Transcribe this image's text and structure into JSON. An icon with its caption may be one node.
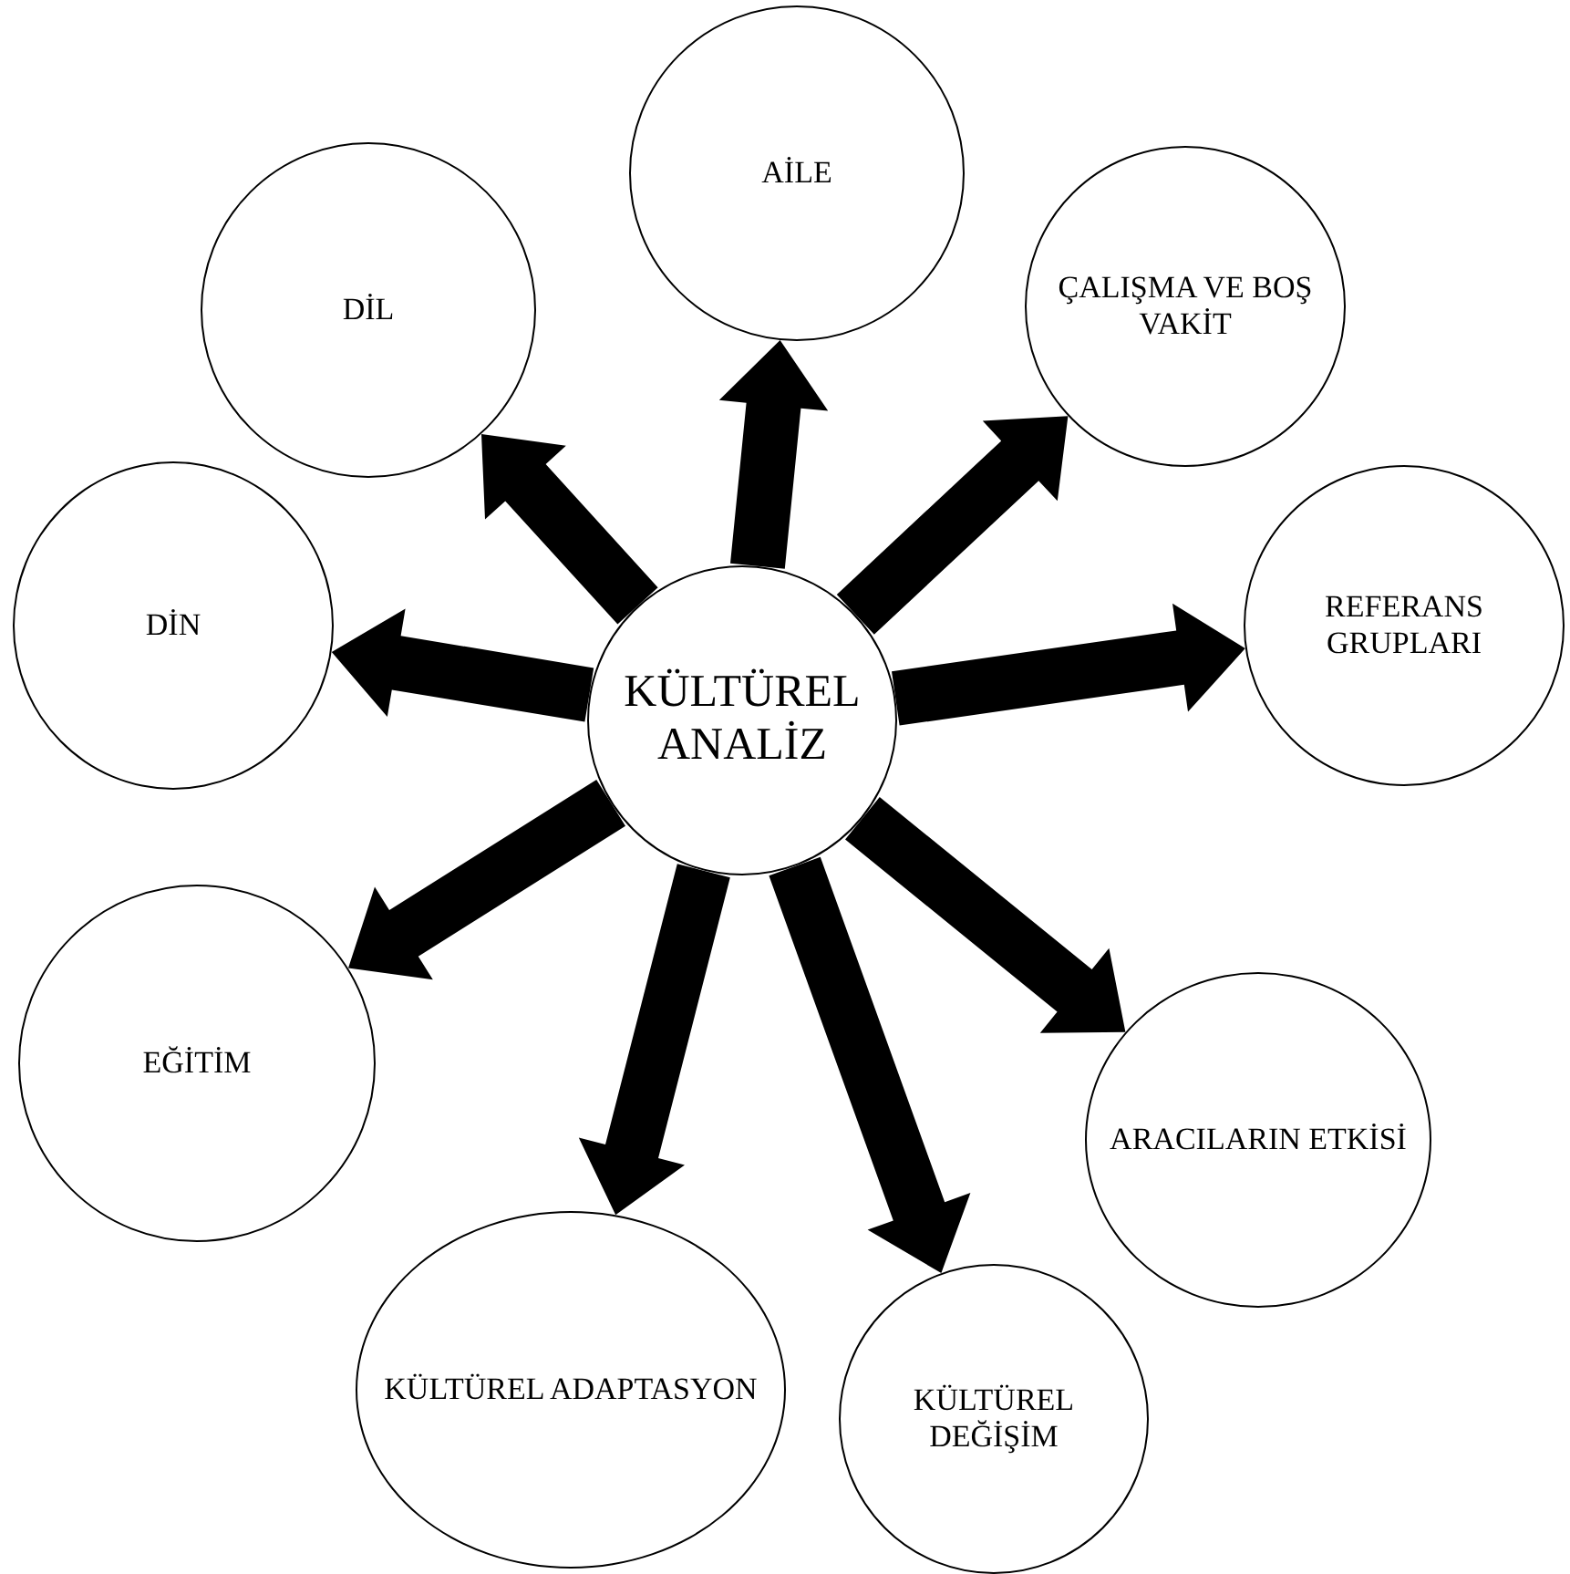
{
  "diagram": {
    "nodes": [
      {
        "text": [
          "KÜLTÜREL ANALİZ"
        ]
      },
      {
        "text": [
          "AİLE"
        ]
      },
      {
        "text": [
          "ÇALIŞMA VE BOŞ VAKİT"
        ]
      },
      {
        "text": [
          "REFERANS GRUPLARI"
        ]
      },
      {
        "text": [
          "ARACILARIN ETKİSİ"
        ]
      },
      {
        "text": [
          "KÜLTÜREL DEĞİŞİM"
        ]
      },
      {
        "text": [
          "KÜLTÜREL ADAPTASYON"
        ]
      },
      {
        "text": [
          "EĞİTİM"
        ]
      },
      {
        "text": [
          "DİN"
        ]
      },
      {
        "text": [
          "DİL"
        ]
      }
    ],
    "edges": [
      {
        "from": 0,
        "to": 1,
        "arrow": "to"
      },
      {
        "from": 0,
        "to": 2,
        "arrow": "to"
      },
      {
        "from": 0,
        "to": 3,
        "arrow": "to"
      },
      {
        "from": 0,
        "to": 4,
        "arrow": "to"
      },
      {
        "from": 0,
        "to": 5,
        "arrow": "to"
      },
      {
        "from": 0,
        "to": 6,
        "arrow": "to"
      },
      {
        "from": 0,
        "to": 7,
        "arrow": "to"
      },
      {
        "from": 0,
        "to": 8,
        "arrow": "to"
      },
      {
        "from": 0,
        "to": 9,
        "arrow": "to"
      }
    ]
  }
}
